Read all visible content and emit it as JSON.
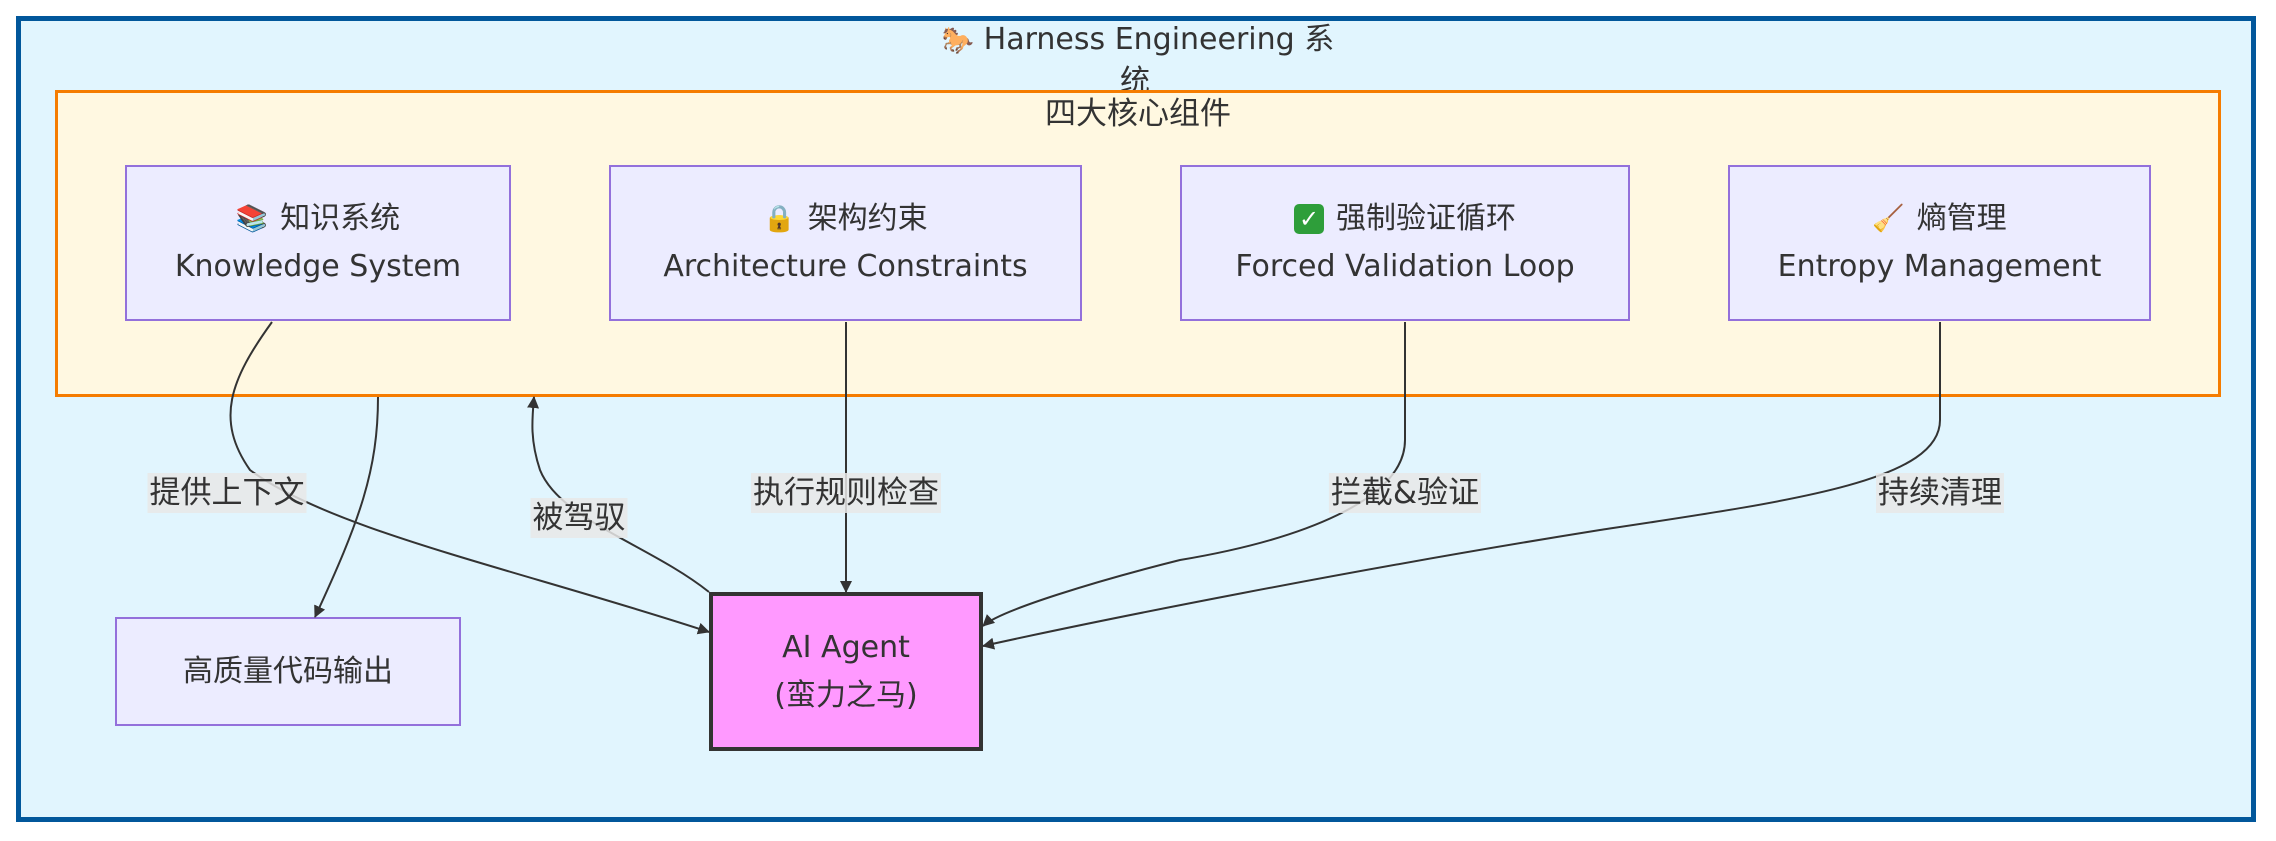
{
  "diagram": {
    "title": "Harness Engineering 系",
    "title_wrap": "统",
    "title_icon": "horse-icon",
    "subgraph_title": "四大核心组件",
    "colors": {
      "outer_fill": "#e1f5fe",
      "outer_border": "#01579b",
      "subgraph_fill": "#fff8e1",
      "subgraph_border": "#f57c00",
      "node_fill": "#ececff",
      "node_border": "#9370db",
      "agent_fill": "#ff99ff",
      "agent_border": "#333333"
    },
    "components": [
      {
        "id": "knowledge",
        "icon": "books-icon",
        "zh": "知识系统",
        "en": "Knowledge System"
      },
      {
        "id": "architecture",
        "icon": "lock-icon",
        "zh": "架构约束",
        "en": "Architecture Constraints"
      },
      {
        "id": "validation",
        "icon": "check-mark-button-icon",
        "zh": "强制验证循环",
        "en": "Forced Validation Loop"
      },
      {
        "id": "entropy",
        "icon": "broom-icon",
        "zh": "熵管理",
        "en": "Entropy Management"
      }
    ],
    "agent": {
      "line1": "AI Agent",
      "line2": "(蛮力之马)"
    },
    "output": {
      "label": "高质量代码输出"
    },
    "edges": [
      {
        "from": "knowledge",
        "to": "agent",
        "label": "提供上下文"
      },
      {
        "from": "architecture",
        "to": "agent",
        "label": "执行规则检查"
      },
      {
        "from": "validation",
        "to": "agent",
        "label": "拦截&验证"
      },
      {
        "from": "entropy",
        "to": "agent",
        "label": "持续清理"
      },
      {
        "from": "agent",
        "to": "subgraph",
        "label": "被驾驭"
      },
      {
        "from": "subgraph",
        "to": "output",
        "label": ""
      }
    ]
  }
}
